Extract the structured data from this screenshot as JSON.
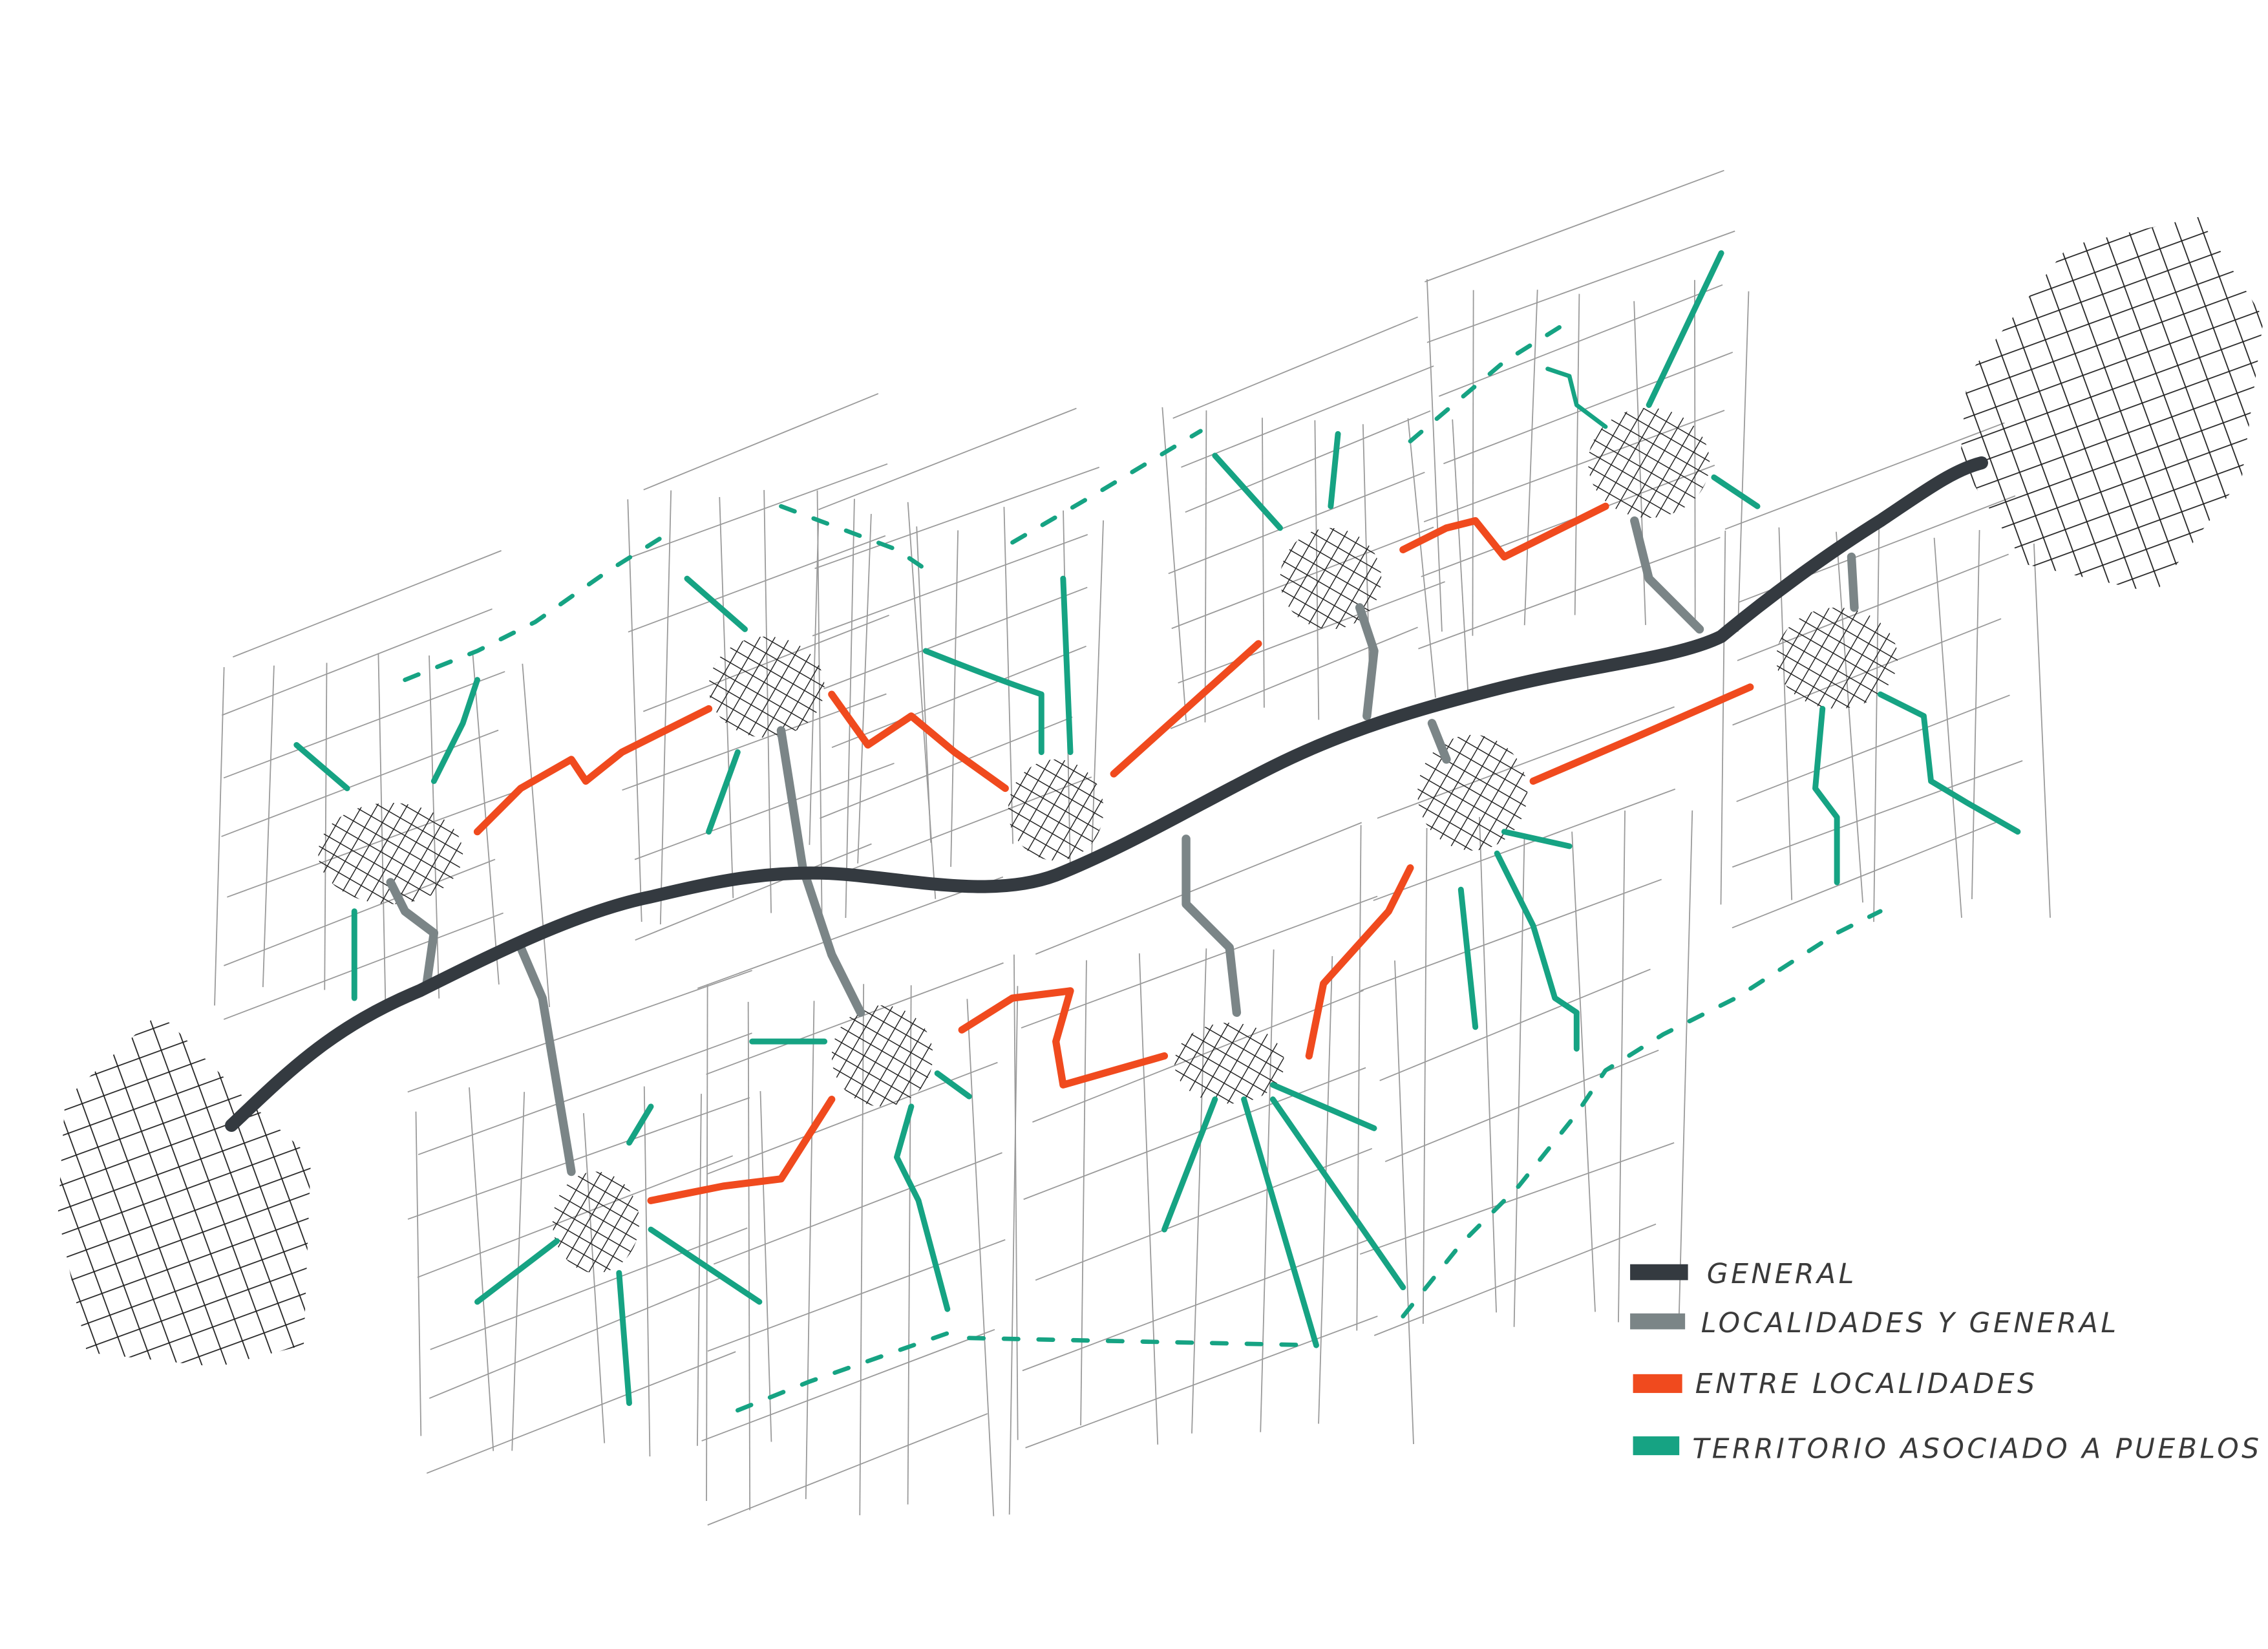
{
  "title": "Esquema de jerarquía viaria",
  "legend": {
    "general": "GENERAL",
    "localidades_general": "LOCALIDADES Y GENERAL",
    "entre_localidades": "ENTRE LOCALIDADES",
    "territorio": "TERRITORIO ASOCIADO A PUEBLOS"
  },
  "colors": {
    "general": "#343a40",
    "localidades_general": "#7b8587",
    "entre_localidades": "#f04a1e",
    "territorio": "#16a383",
    "hatch": "#222222",
    "grid": "#9a9a9a"
  }
}
